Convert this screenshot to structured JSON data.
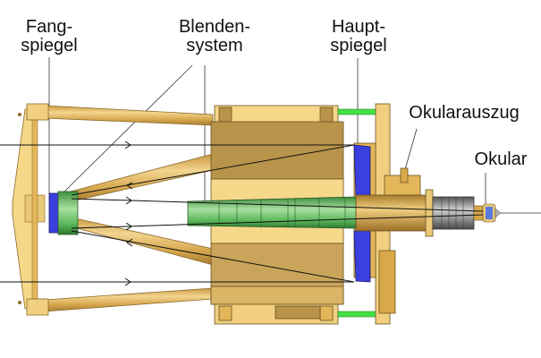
{
  "diagram": {
    "title": "Newton-Teleskop Schnittbild",
    "labels": {
      "fangspiegel": {
        "line1": "Fang-",
        "line2": "spiegel"
      },
      "blendensystem": {
        "line1": "Blenden-",
        "line2": "system"
      },
      "hauptspiegel": {
        "line1": "Haupt-",
        "line2": "spiegel"
      },
      "okularauszug": {
        "line1": "Okularauszug"
      },
      "okular": {
        "line1": "Okular"
      }
    },
    "colors": {
      "gold_light": "#f6d88a",
      "gold_mid": "#e3b65a",
      "gold_dark": "#b98d3c",
      "brown_panel": "#b8934a",
      "mirror_blue": "#3b3fe0",
      "baffle_green": "#5cb85c",
      "rod_green": "#44e044",
      "eyepiece_gray": "#8a8a8a",
      "ray_black": "#111111"
    }
  }
}
